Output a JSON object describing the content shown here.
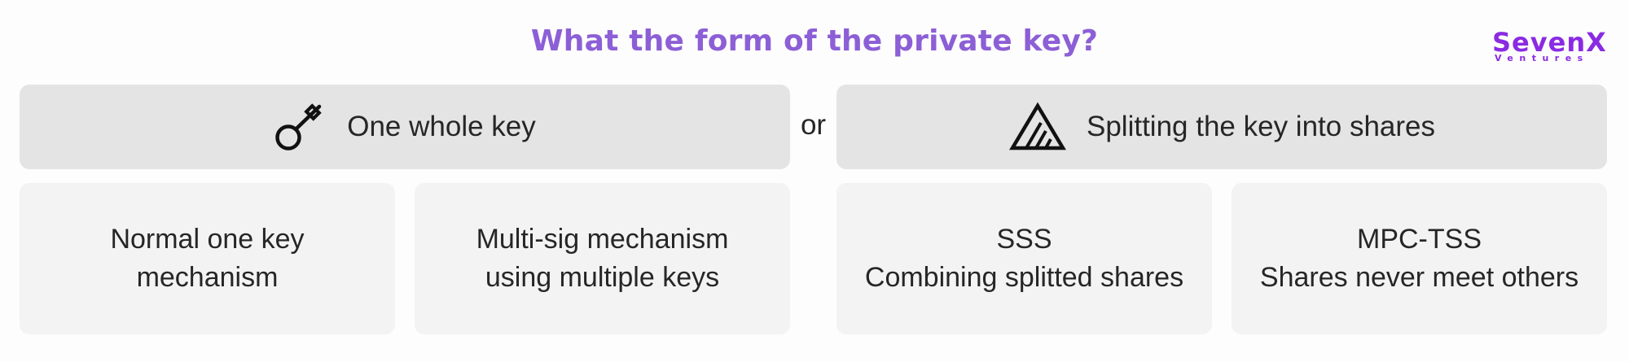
{
  "title": "What the form of the private key?",
  "logo": {
    "name": "SevenX",
    "sub": "Ventures",
    "color": "#8a2be2"
  },
  "colors": {
    "title": "#8c5fd6",
    "header_bg": "#e4e4e4",
    "card_bg": "#f3f3f3",
    "text": "#262626"
  },
  "headers": {
    "left": {
      "icon": "key-icon",
      "label": "One whole key"
    },
    "separator": "or",
    "right": {
      "icon": "shares-triangle-icon",
      "label": "Splitting the key into shares"
    }
  },
  "cards": [
    {
      "lines": [
        "Normal one key",
        "mechanism"
      ]
    },
    {
      "lines": [
        "Multi-sig mechanism",
        "using multiple keys"
      ]
    },
    {
      "lines": [
        "SSS",
        "Combining splitted shares"
      ]
    },
    {
      "lines": [
        "MPC-TSS",
        "Shares never meet others"
      ]
    }
  ]
}
